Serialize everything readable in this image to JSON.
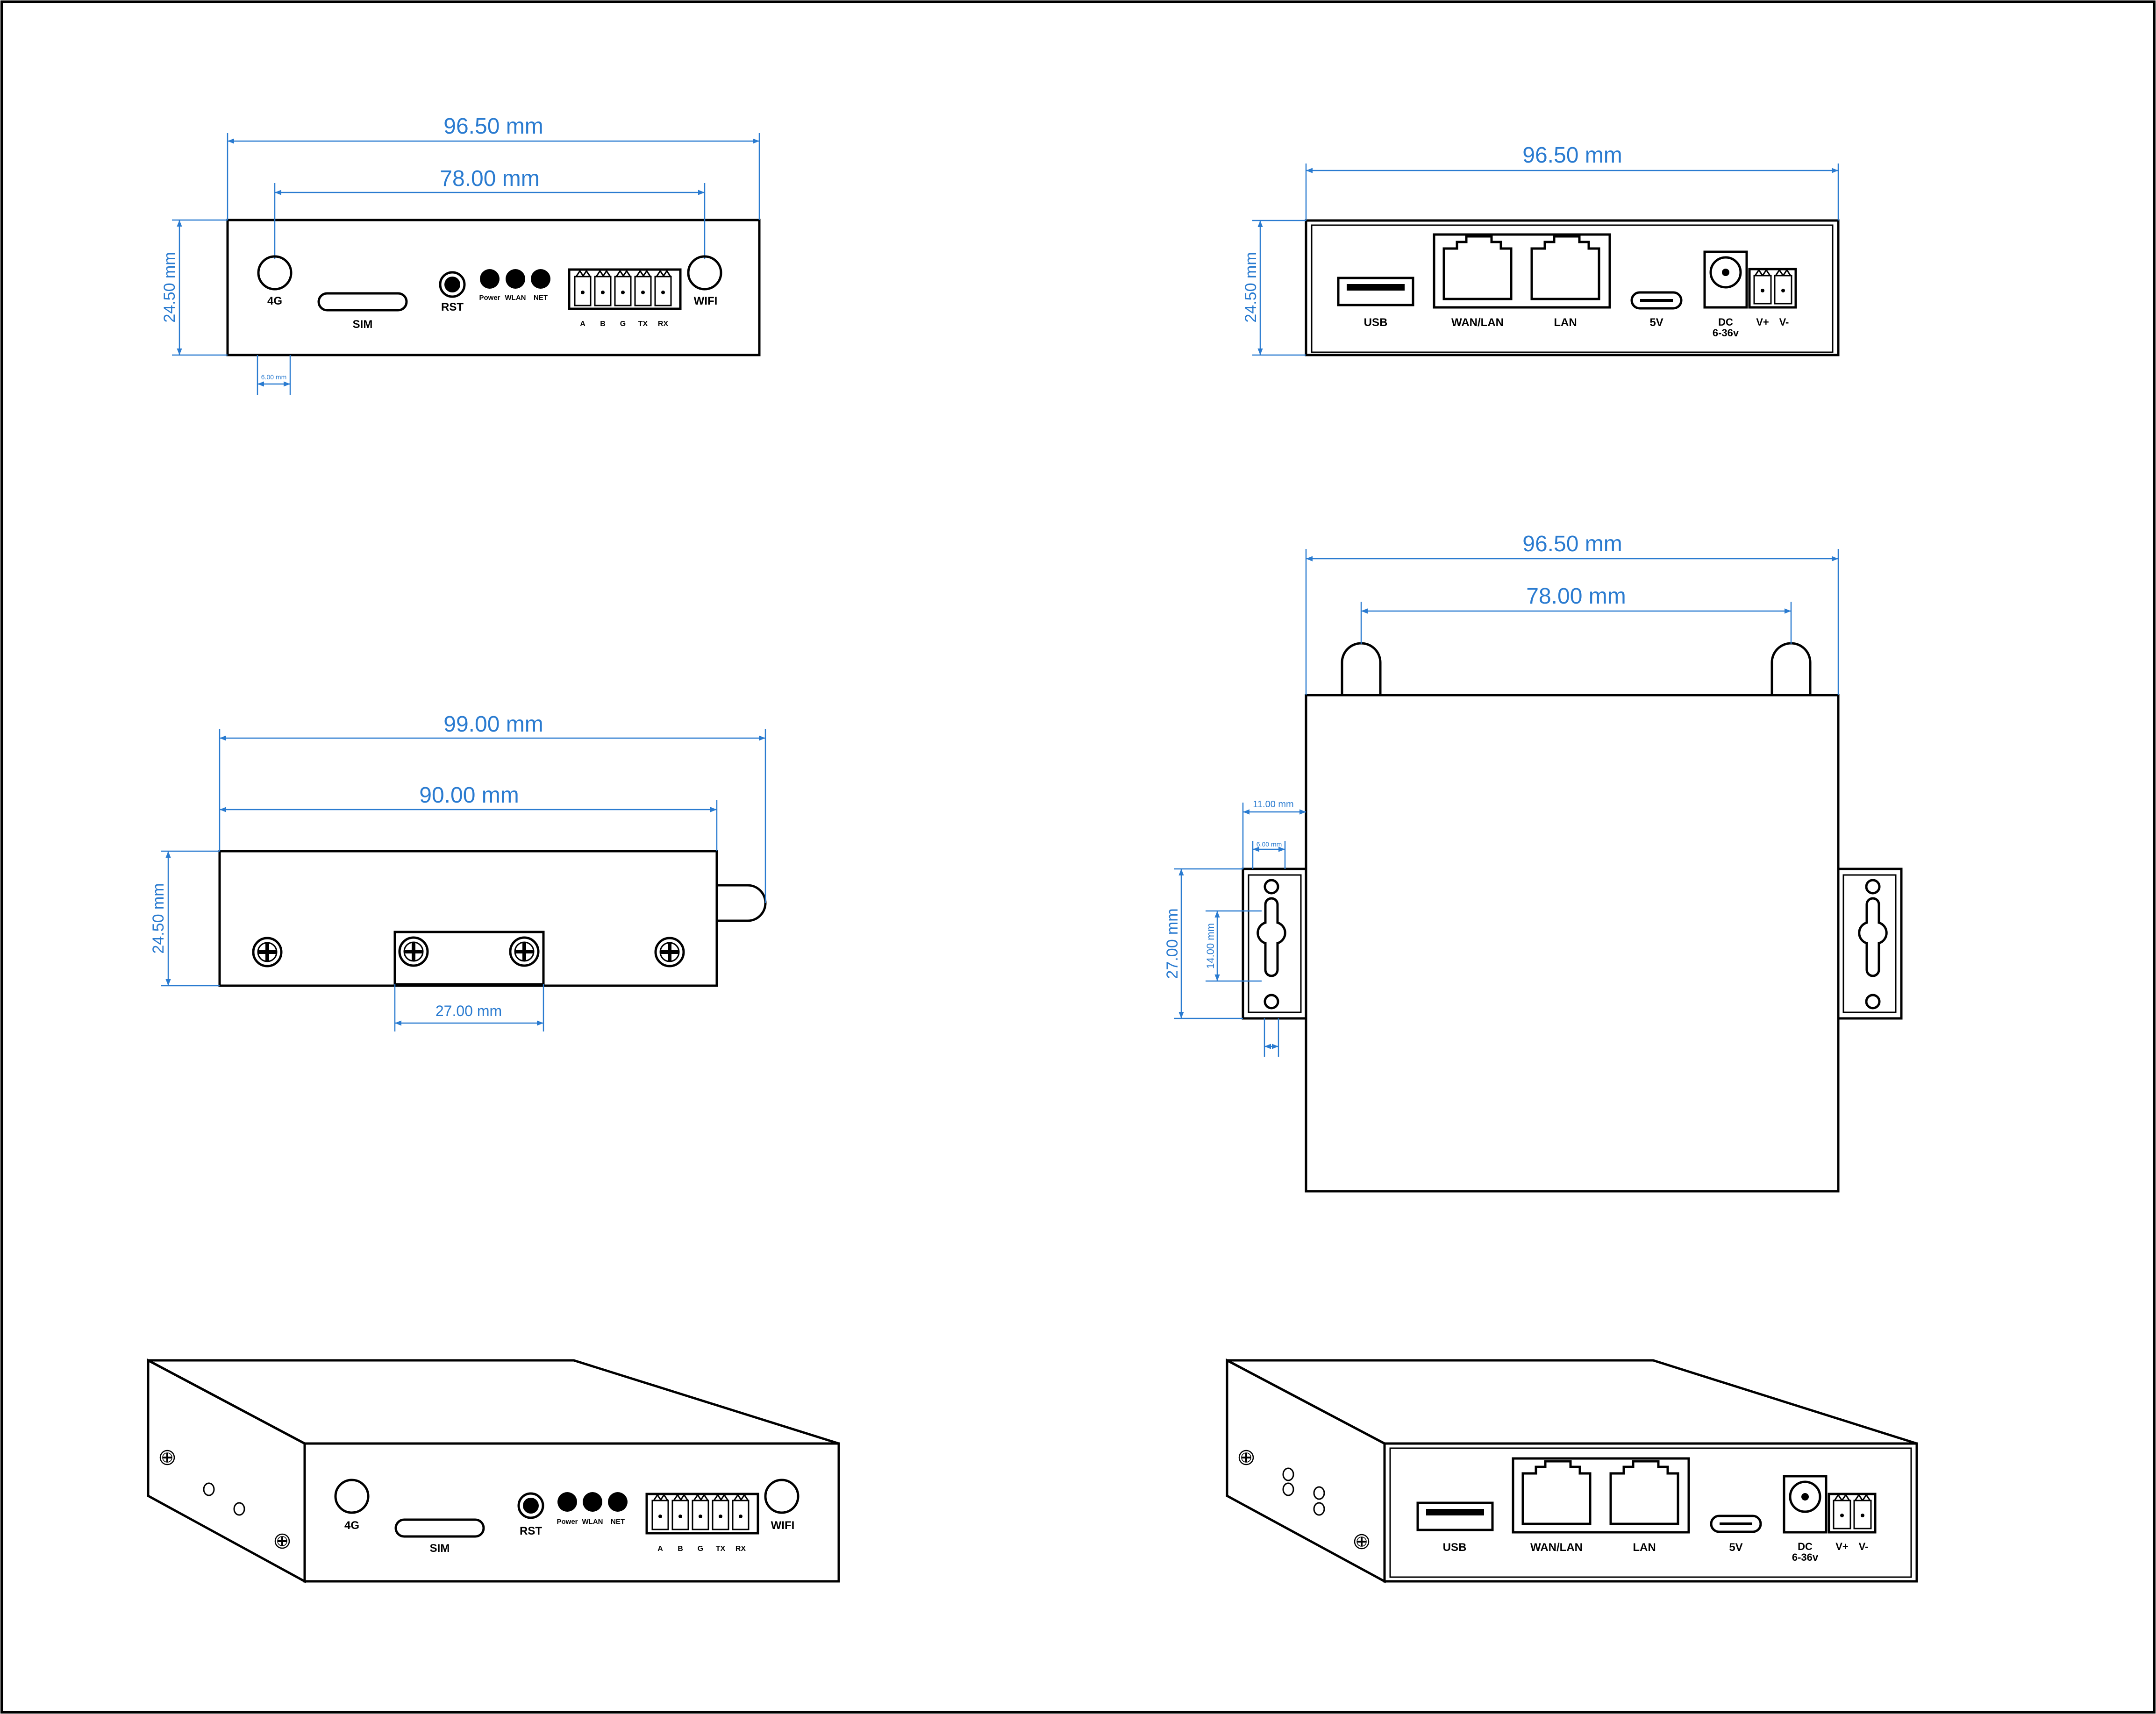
{
  "colors": {
    "outline": "#000000",
    "dimension": "#2a7bd0",
    "background": "#ffffff"
  },
  "front": {
    "width_total": "96.50 mm",
    "width_antenna": "78.00 mm",
    "height": "24.50 mm",
    "offset": "6.00 mm",
    "port_4g": "4G",
    "port_sim": "SIM",
    "port_rst": "RST",
    "led_power": "Power",
    "led_wlan": "WLAN",
    "led_net": "NET",
    "pins": [
      "A",
      "B",
      "G",
      "TX",
      "RX"
    ],
    "port_wifi": "WIFI"
  },
  "rear": {
    "width_total": "96.50 mm",
    "height": "24.50 mm",
    "usb": "USB",
    "wan_lan": "WAN/LAN",
    "lan": "LAN",
    "five_v": "5V",
    "dc": "DC",
    "dc_range": "6-36v",
    "vplus": "V+",
    "vminus": "V-"
  },
  "side": {
    "length_total": "99.00 mm",
    "length_body": "90.00 mm",
    "height": "24.50 mm",
    "bracket_width": "27.00 mm"
  },
  "top": {
    "width_total": "96.50 mm",
    "width_antenna": "78.00 mm",
    "ear_offset": "11.00 mm",
    "slot_offset": "6.00 mm",
    "ear_height": "27.00 mm",
    "slot_height": "14.00 mm"
  }
}
